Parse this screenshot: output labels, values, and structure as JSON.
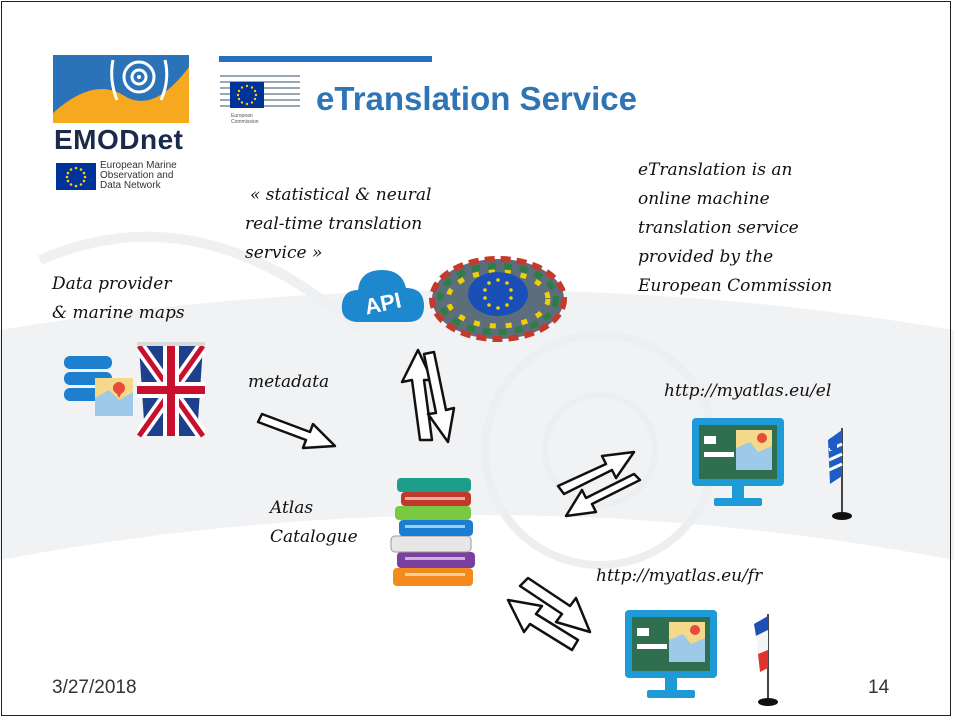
{
  "slide": {
    "title": "eTranslation Service",
    "date": "3/27/2018",
    "page_number": "14"
  },
  "logos": {
    "emodnet_name": "EMODnet",
    "emodnet_subtitle_line1": "European Marine",
    "emodnet_subtitle_line2": "Observation and",
    "emodnet_subtitle_line3": "Data Network",
    "ec_caption_line1": "European",
    "ec_caption_line2": "Commission",
    "api_label": "API"
  },
  "labels": {
    "statistical_line1": "« statistical & neural",
    "statistical_line2": "real-time translation",
    "statistical_line3": "service »",
    "description_line1": "eTranslation is an",
    "description_line2": "online machine",
    "description_line3": "translation service",
    "description_line4": "provided by the",
    "description_line5": "European Commission",
    "data_provider_line1": "Data provider",
    "data_provider_line2": "& marine maps",
    "metadata": "metadata",
    "atlas_line1": "Atlas",
    "atlas_line2": "Catalogue",
    "url_el": "http://myatlas.eu/el",
    "url_fr": "http://myatlas.eu/fr"
  },
  "colors": {
    "title_blue": "#2e75b6",
    "monitor_blue": "#1e9ad6",
    "map_green": "#2f6f4f",
    "eu_blue": "#003399",
    "eu_star": "#ffcc00"
  }
}
